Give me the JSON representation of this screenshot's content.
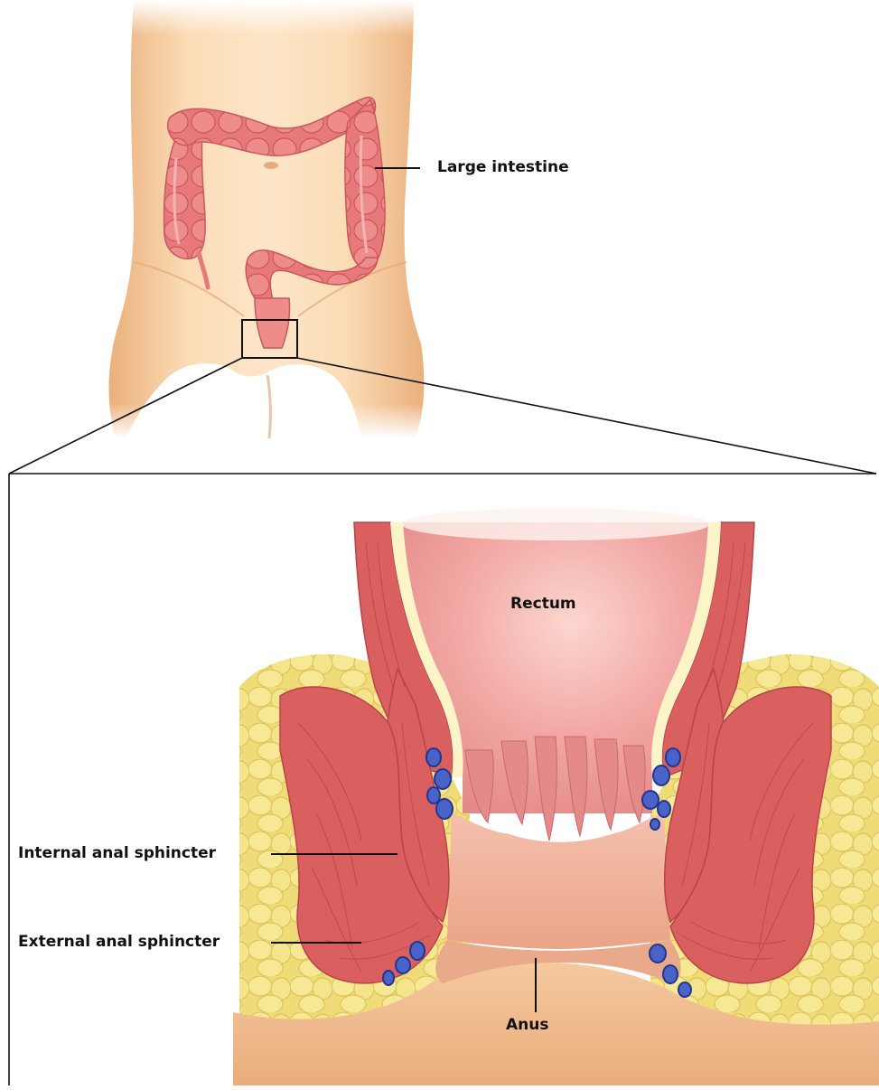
{
  "labels": {
    "large_intestine": "Large intestine",
    "rectum": "Rectum",
    "internal_anal_sphincter": "Internal anal sphincter",
    "external_anal_sphincter": "External anal sphincter",
    "anus": "Anus"
  },
  "colors": {
    "skin_light": "#fbe3c3",
    "skin_mid": "#f2c28f",
    "skin_dark": "#e3a06a",
    "colon": "#e8797a",
    "colon_dark": "#c9575c",
    "colon_light": "#f3a3a2",
    "muscle": "#d9605f",
    "muscle_dark": "#b8434a",
    "mucosa": "#f2a6a2",
    "mucosa_light": "#fbd0c8",
    "fat": "#f3e07a",
    "fat_dark": "#e0c955",
    "submucosa": "#fdf4c8",
    "vein": "#4a63c9",
    "vein_dark": "#23368e",
    "line": "#111111"
  }
}
